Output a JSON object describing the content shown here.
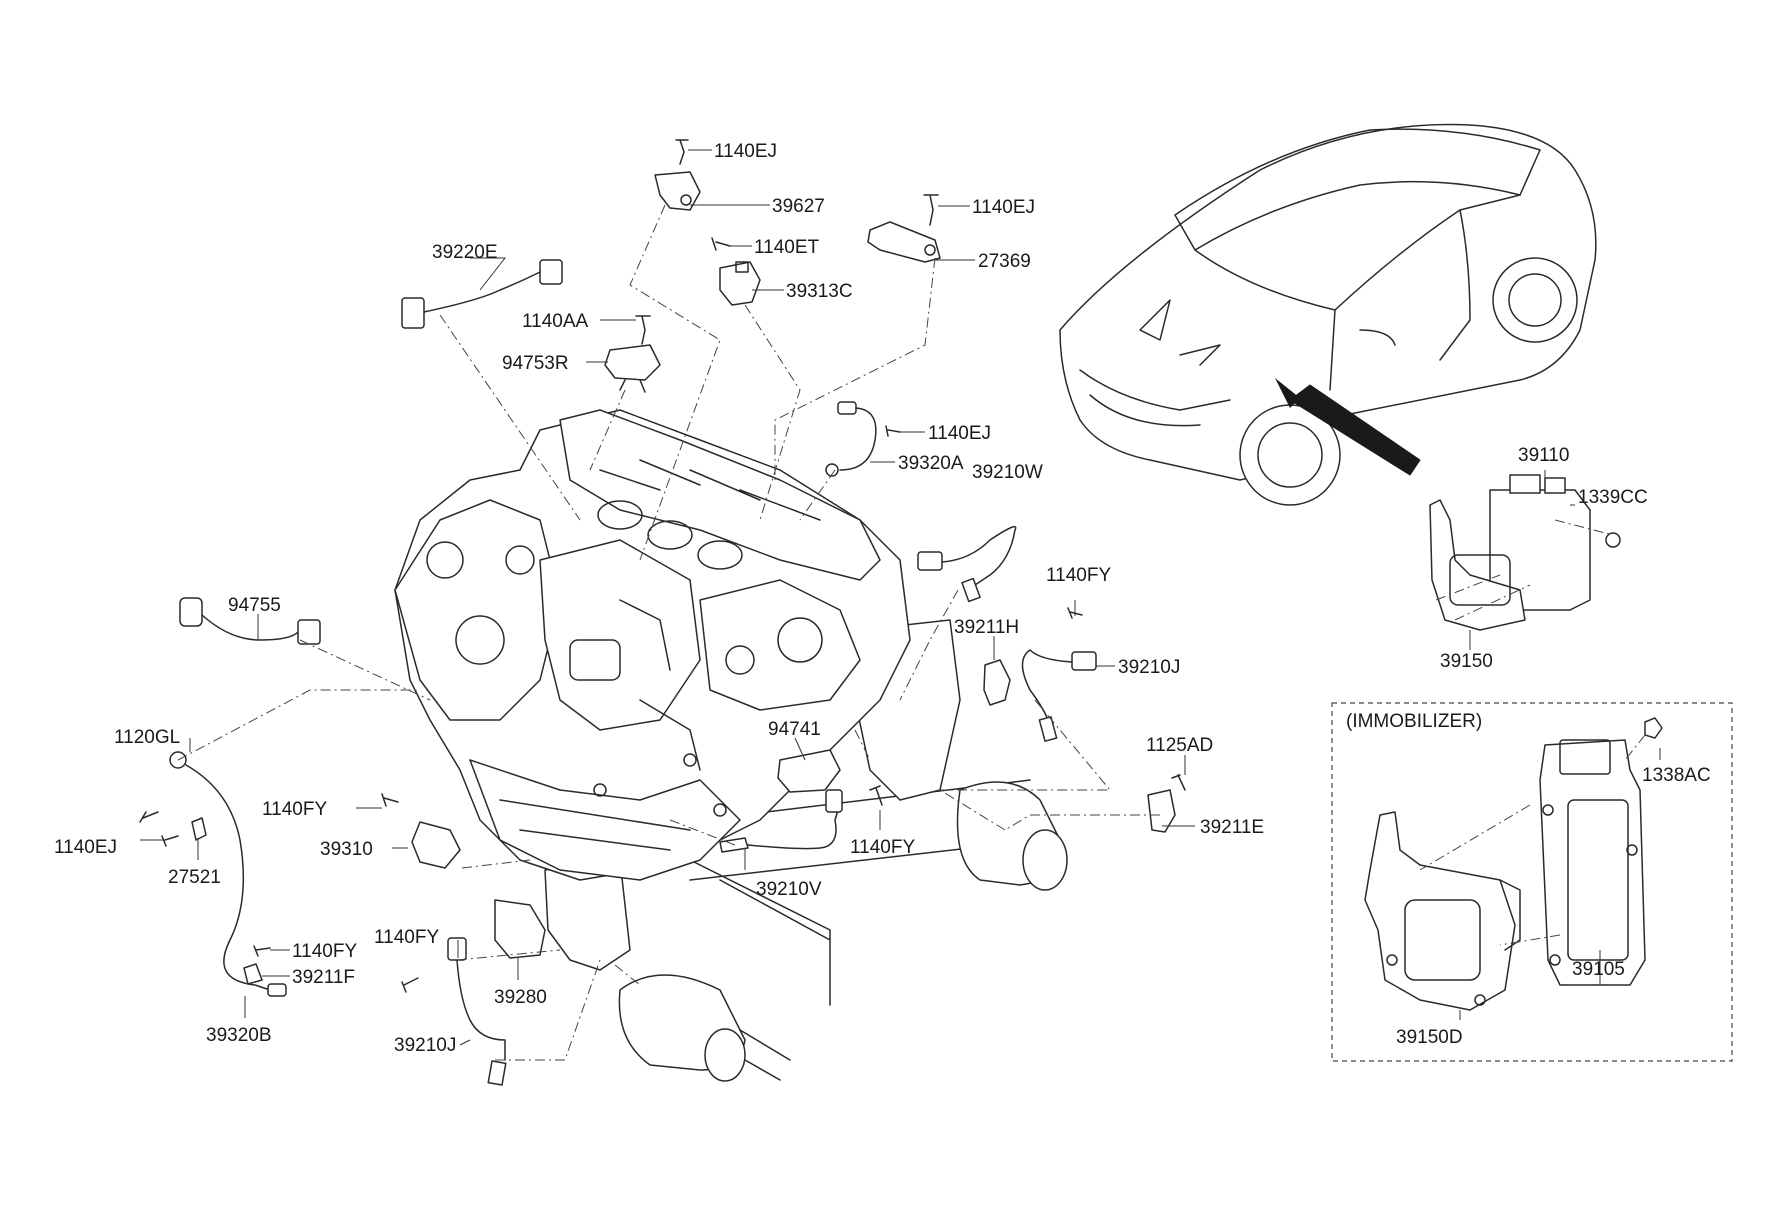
{
  "labels": {
    "l_1140EJ_top": "1140EJ",
    "l_39627": "39627",
    "l_1140EJ_b": "1140EJ",
    "l_27369": "27369",
    "l_1140ET": "1140ET",
    "l_39313C": "39313C",
    "l_39220E": "39220E",
    "l_1140AA": "1140AA",
    "l_94753R": "94753R",
    "l_1140EJ_c": "1140EJ",
    "l_39320A": "39320A",
    "l_39210W": "39210W",
    "l_1140FY_a": "1140FY",
    "l_39211H": "39211H",
    "l_39210J_a": "39210J",
    "l_94755": "94755",
    "l_1120GL": "1120GL",
    "l_94741": "94741",
    "l_1125AD": "1125AD",
    "l_1140FY_b": "1140FY",
    "l_1140EJ_d": "1140EJ",
    "l_27521": "27521",
    "l_39310": "39310",
    "l_1140FY_c": "1140FY",
    "l_39211E": "39211E",
    "l_39210V": "39210V",
    "l_1140FY_d": "1140FY",
    "l_1140FY_e": "1140FY",
    "l_39211F": "39211F",
    "l_39280": "39280",
    "l_39320B": "39320B",
    "l_39210J_b": "39210J",
    "l_39110": "39110",
    "l_1339CC": "1339CC",
    "l_39150": "39150",
    "l_immobilizer": "(IMMOBILIZER)",
    "l_1338AC": "1338AC",
    "l_39105": "39105",
    "l_39150D": "39150D"
  }
}
